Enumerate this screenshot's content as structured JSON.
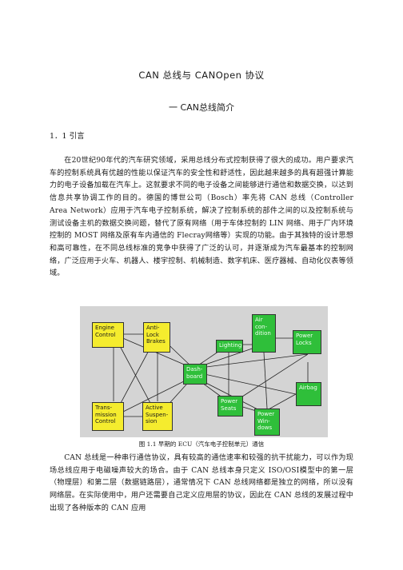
{
  "document": {
    "title": "CAN 总线与 CANOpen 协议",
    "section_title": "一  CAN总线简介",
    "sub_heading": "1．1  引言",
    "paragraph_1": "在20世纪90年代的汽车研究领域，采用总线分布式控制获得了很大的成功。用户要求汽车的控制系统具有优越的性能以保证汽车的安全性和舒适性，因此越来越多的具有超强计算能力的电子设备加载在汽车上。这就要求不同的电子设备之间能够进行通信和数据交换，以达到信息共享协调工作的目的。德国的博世公司（Bosch）率先将 CAN 总线（Controller Area Network）应用于汽车电子控制系统，解决了控制系统的部件之间的以及控制系统与测试设备主机的数据交换问题，替代了原有网络（用于车体控制的 LIN 网络、用于厂内环境控制的 MOST 网络及原有车内通信的 Flecray网络等）实现的功能。由于其独特的设计思想和高可靠性，在不同总线标准的竞争中获得了广泛的认可，并逐渐成为汽车最基本的控制网络，广泛应用于火车、机器人、楼宇控制、机械制造、数字机床、医疗器械、自动化仪表等领域。",
    "figure_caption": "图 1.1    早期的 ECU（汽车电子控制单元）通信",
    "paragraph_2": "CAN 总线是一种串行通信协议，具有较高的通信速率和较强的抗干扰能力，可以作为现场总线应用于电磁噪声较大的场合。由于 CAN 总线本身只定义 ISO/OSI模型中的第一层（物理层）和第二层（数据链路层），通常情况下 CAN 总线网络都是独立的网络，所以没有网络层。在实际使用中，用户还需要自己定义应用层的协议，因此在 CAN 总线的发展过程中出现了各种版本的 CAN 应用"
  },
  "diagram": {
    "colors": {
      "background": "#d4d4d4",
      "yellow": "#f5ec2e",
      "green": "#2fbf3a",
      "line": "#222222"
    },
    "nodes": {
      "engine_control": "Engine\nControl",
      "anti_lock_brakes": "Anti-\nLock\nBrakes",
      "lighting": "Lighting",
      "air_condition": "Air\ncon-\ndition",
      "power_locks": "Power\nLocks",
      "dashboard": "Dash-\nboard",
      "airbag": "Airbag",
      "power_seats": "Power\nSeats",
      "power_windows": "Power\nWin-\ndows",
      "transmission_control": "Trans-\nmission\nControl",
      "active_suspension": "Active\nSuspen-\nsion"
    }
  }
}
